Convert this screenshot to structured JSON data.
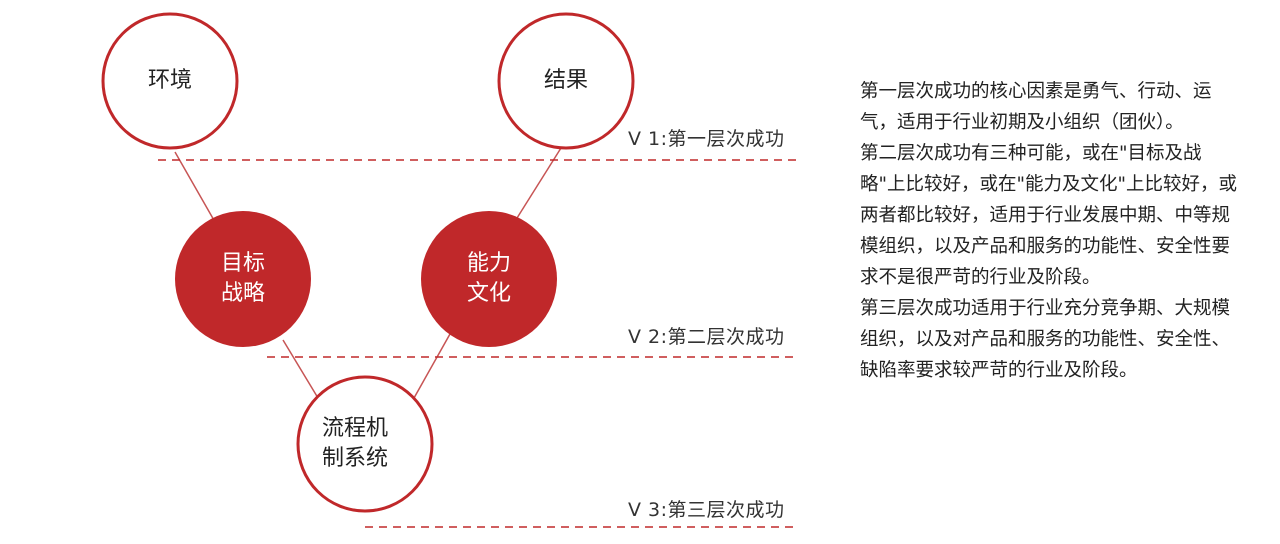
{
  "colors": {
    "accent": "#c0282a",
    "connector": "#c75555",
    "outline_fill": "#ffffff"
  },
  "nodes": {
    "environment": {
      "line1": "环境",
      "line2": ""
    },
    "result": {
      "line1": "结果",
      "line2": ""
    },
    "goal_strategy": {
      "line1": "目标",
      "line2": "战略"
    },
    "capability_culture": {
      "line1": "能力",
      "line2": "文化"
    },
    "process_system": {
      "line1": "流程机",
      "line2": "制系统"
    }
  },
  "levels": {
    "v1": "V 1:第一层次成功",
    "v2": "V 2:第二层次成功",
    "v3": "V 3:第三层次成功"
  },
  "description": {
    "paragraph1": "第一层次成功的核心因素是勇气、行动、运气，适用于行业初期及小组织（团伙）。",
    "paragraph2": "第二层次成功有三种可能，或在\"目标及战略\"上比较好，或在\"能力及文化\"上比较好，或两者都比较好，适用于行业发展中期、中等规模组织，以及产品和服务的功能性、安全性要求不是很严苛的行业及阶段。",
    "paragraph3": "第三层次成功适用于行业充分竞争期、大规模组织，以及对产品和服务的功能性、安全性、缺陷率要求较严苛的行业及阶段。"
  }
}
